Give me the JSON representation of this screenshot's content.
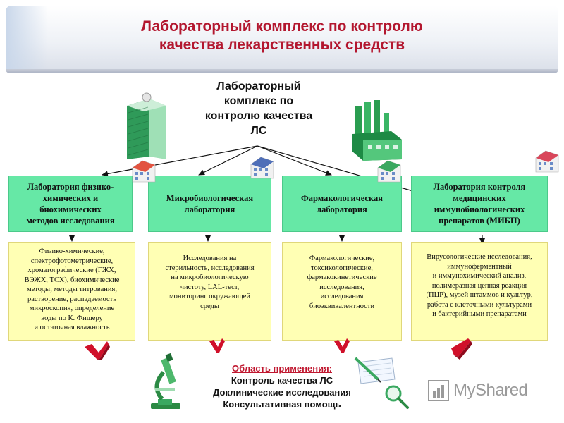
{
  "title": "Лабораторный комплекс по контролю качества лекарственных средств",
  "title_lines": [
    "Лабораторный комплекс по контролю",
    "качества лекарственных средств"
  ],
  "center_lines": [
    "Лабораторный",
    "комплекс по",
    "контролю качества",
    "ЛС"
  ],
  "labs": [
    {
      "lines": [
        "Лаборатория физико-",
        "химических и",
        "биохимических",
        "методов исследования"
      ],
      "desc_lines": [
        "Физико-химические,",
        "спектрофотометрические,",
        "хроматографические (ГЖХ,",
        "ВЭЖХ, ТСХ), биохимические",
        "методы; методы титрования,",
        "растворение, распадаемость",
        "микроскопия, определение",
        "воды по К. Фишеру",
        "и остаточная влажность"
      ]
    },
    {
      "lines": [
        "Микробиологическая",
        "лаборатория"
      ],
      "desc_lines": [
        "Исследования на",
        "стерильность, исследования",
        "на микробиологическую",
        "чистоту, LAL-тест,",
        "мониторинг окружающей",
        "среды"
      ]
    },
    {
      "lines": [
        "Фармакологическая",
        "лаборатория"
      ],
      "desc_lines": [
        "Фармакологические,",
        "токсикологические,",
        "фармакокинетические",
        "исследования,",
        "исследования",
        "биоэквивалентности"
      ]
    },
    {
      "lines": [
        "Лаборатория контроля",
        "медицинских",
        "иммунобиологических",
        "препаратов (МИБП)"
      ],
      "desc_lines": [
        "Вирусологические исследования,",
        "иммуноферментный",
        "и иммунохимический анализ,",
        "полимеразная цепная реакция",
        "(ПЦР), музей штаммов и культур,",
        "работа с клеточными культурами",
        "и бактерийными препаратами"
      ]
    }
  ],
  "applications": {
    "title": "Область применения:",
    "items": [
      "Контроль качества ЛС",
      "Доклинические исследования",
      "Консультативная помощь"
    ]
  },
  "watermark": "MyShared",
  "colors": {
    "title_red": "#b3172f",
    "lab_green": "#66e8a6",
    "desc_yellow": "#ffffb4",
    "arrow_red": "#d0102a",
    "apps_red": "#c0172f"
  }
}
